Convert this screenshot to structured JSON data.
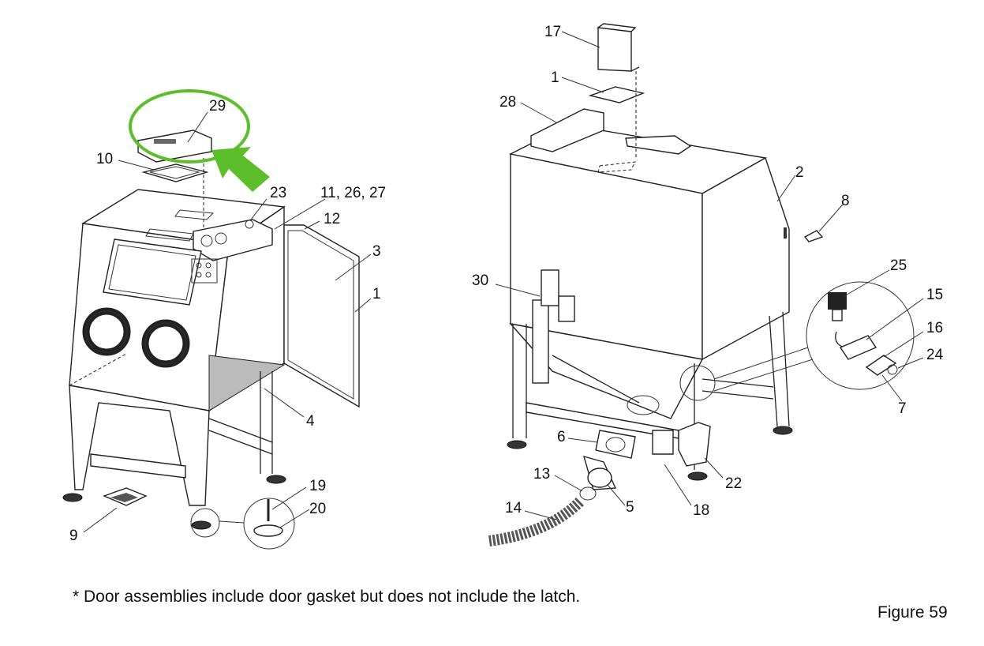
{
  "colors": {
    "highlight": "#5BBE2A",
    "line": "#222222"
  },
  "callouts_left": [
    "29",
    "10",
    "23",
    "11, 26, 27",
    "12",
    "3",
    "1",
    "4",
    "19",
    "20",
    "9"
  ],
  "callouts_right": [
    "17",
    "1",
    "28",
    "2",
    "8",
    "25",
    "15",
    "16",
    "24",
    "7",
    "30",
    "6",
    "13",
    "5",
    "14",
    "18",
    "22"
  ],
  "footnote": "* Door assemblies include door gasket but does not include the latch.",
  "figure_label": "Figure 59"
}
